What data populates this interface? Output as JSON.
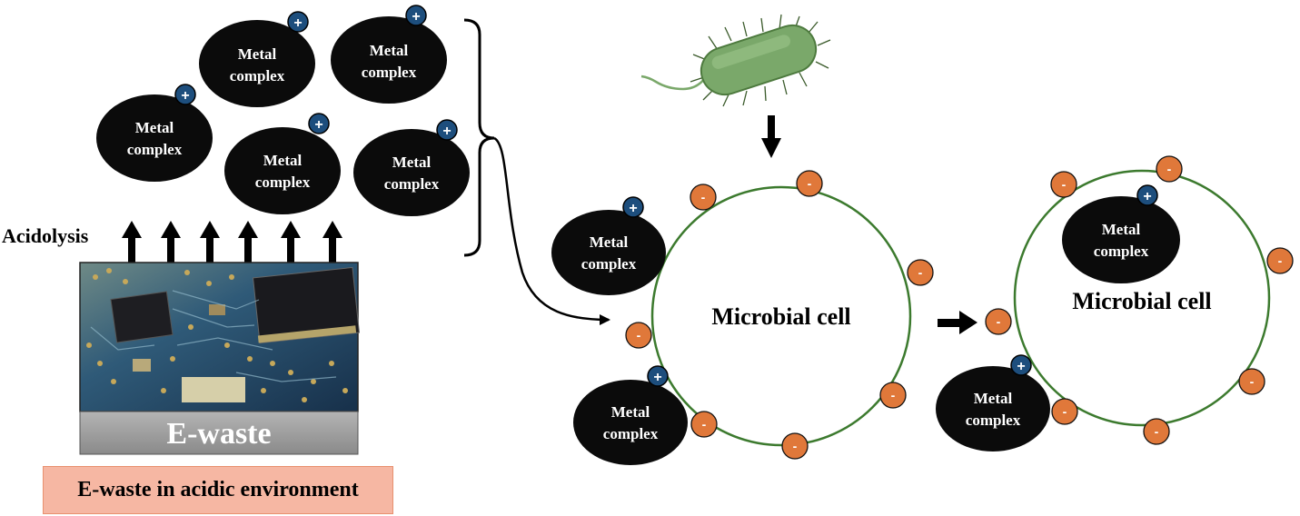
{
  "labels": {
    "metal_complex_line1": "Metal",
    "metal_complex_line2": "complex",
    "acidolysis": "Acidolysis",
    "ewaste": "E-waste",
    "ewaste_caption": "E-waste in acidic environment",
    "microbial_cell_1": "Microbial cell",
    "microbial_cell_2": "Microbial cell",
    "plus_sign": "+",
    "minus_sign": "-"
  },
  "colors": {
    "complex_fill": "#0b0b0b",
    "positive_badge": "#1d4e7d",
    "negative_badge": "#e0783a",
    "cell_outline": "#3c7a2e",
    "bacterium": "#7aa86a",
    "caption_fill": "#f6b7a3",
    "ewaste_bar": "#9d9d9d"
  },
  "icons": [
    "bacterium-icon",
    "circuit-board-image",
    "bracket-icon",
    "arrow-icon"
  ]
}
